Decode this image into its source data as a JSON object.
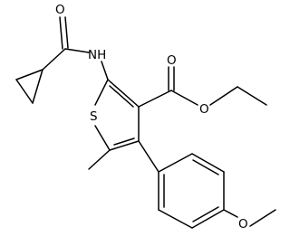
{
  "molecule": {
    "atoms": {
      "carbonyl_oxygen_amide": "O",
      "amide_nh": "NH",
      "carbonyl_oxygen_ester": "O",
      "ester_oxygen": "O",
      "thiophene_sulfur": "S",
      "methoxy_oxygen": "O"
    }
  }
}
